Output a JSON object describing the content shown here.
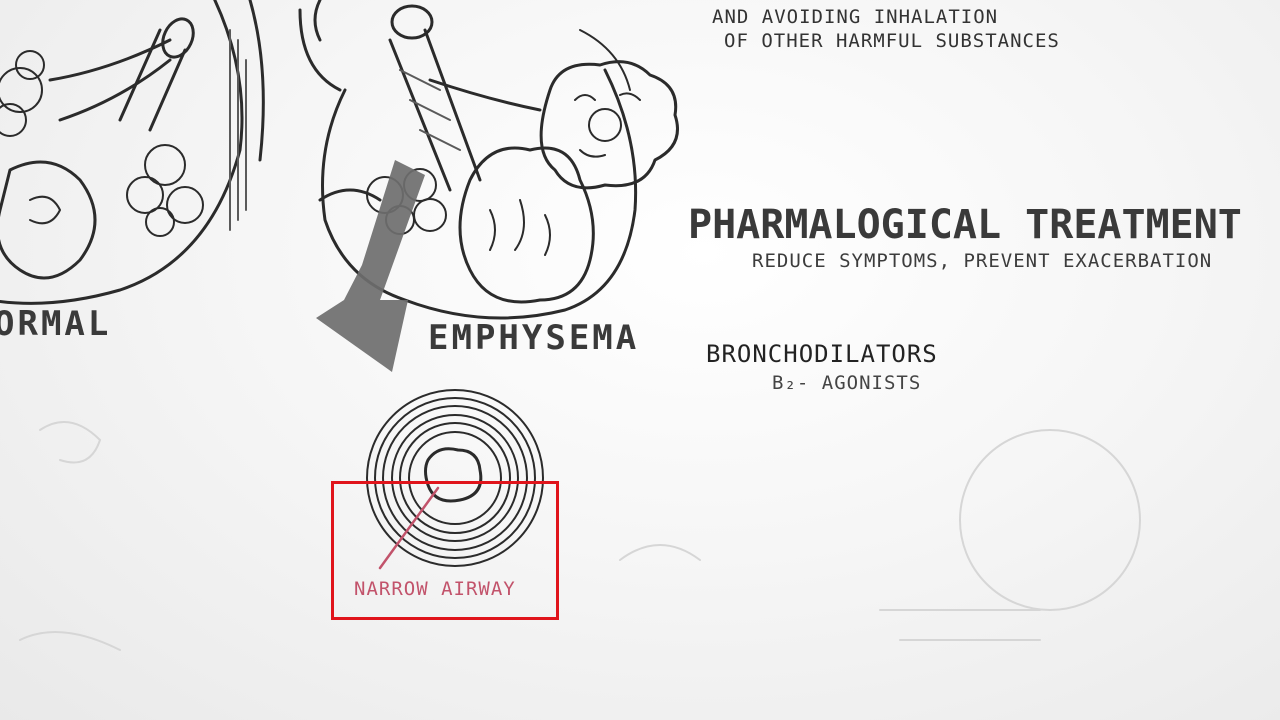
{
  "board": {
    "top_line_1": "AND AVOIDING INHALATION",
    "top_line_2": "OF OTHER HARMFUL SUBSTANCES",
    "normal_label": "ORMAL",
    "emphysema_label": "EMPHYSEMA",
    "heading": "PHARMALOGICAL TREATMENT",
    "subheading": "REDUCE SYMPTOMS, PREVENT EXACERBATION",
    "bronchodilators": "BRONCHODILATORS",
    "b2_agonists": "B₂- AGONISTS",
    "airway_label": "NARROW AIRWAY"
  },
  "colors": {
    "ink": "#2b2b2b",
    "arrow_fill": "#6e6e6e",
    "annotation_pink": "#c2536b",
    "highlight_red": "#e0141b"
  }
}
